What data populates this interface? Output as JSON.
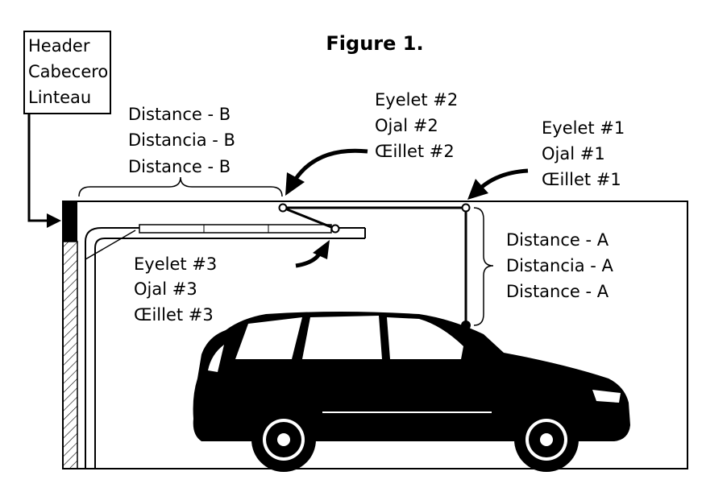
{
  "figure": {
    "title": "Figure 1.",
    "header_box": {
      "lines": [
        "Header",
        "Cabecero",
        "Linteau"
      ]
    },
    "distance_b": {
      "lines": [
        "Distance - B",
        "Distancia - B",
        "Distance - B"
      ]
    },
    "eyelet_2": {
      "lines": [
        "Eyelet #2",
        "Ojal #2",
        "Œillet #2"
      ]
    },
    "eyelet_1": {
      "lines": [
        "Eyelet #1",
        "Ojal #1",
        "Œillet #1"
      ]
    },
    "distance_a": {
      "lines": [
        "Distance - A",
        "Distancia - A",
        "Distance - A"
      ]
    },
    "eyelet_3": {
      "lines": [
        "Eyelet #3",
        "Ojal #3",
        "Œillet #3"
      ]
    }
  }
}
